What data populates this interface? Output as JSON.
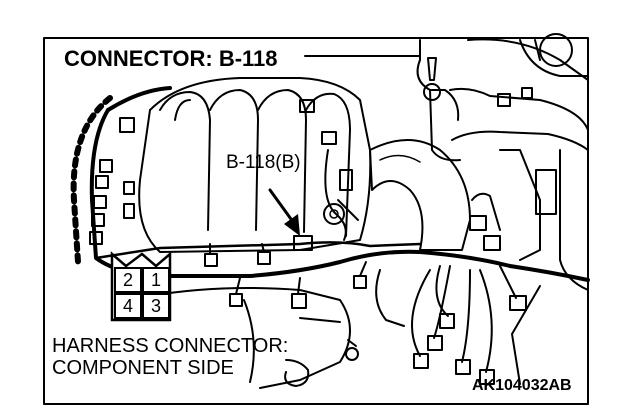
{
  "labels": {
    "title": "CONNECTOR: B-118",
    "callout": "B-118(B)",
    "harness_line1": "HARNESS CONNECTOR:",
    "harness_line2": "COMPONENT SIDE",
    "figure_code": "AK104032AB"
  },
  "connector_pins": [
    "2",
    "1",
    "4",
    "3"
  ],
  "colors": {
    "ink": "#000000",
    "paper": "#ffffff"
  }
}
